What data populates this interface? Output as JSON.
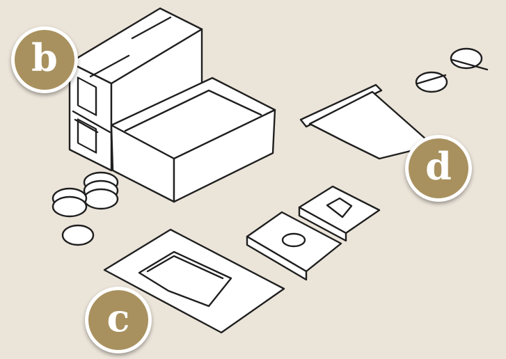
{
  "labels": {
    "b": "b",
    "c": "c",
    "d": "d"
  },
  "colors": {
    "background": "#ebe4d9",
    "badge_fill": "#a8915f",
    "badge_border": "#ffffff",
    "ink": "#1f1f1f"
  }
}
